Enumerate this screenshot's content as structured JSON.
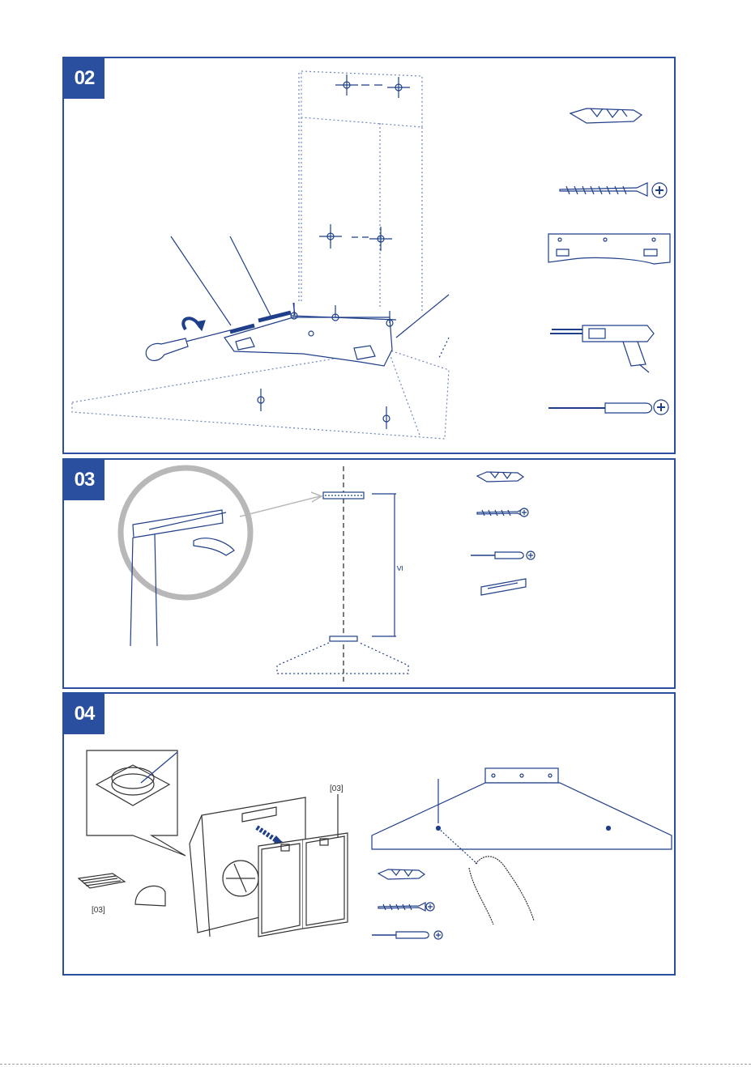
{
  "steps": [
    {
      "label": "02"
    },
    {
      "label": "03",
      "annotations": {
        "distance_symbol": "≤"
      }
    },
    {
      "label": "04",
      "annotations": {
        "filter_ref_1": "[03]",
        "filter_ref_2": "[03]"
      }
    }
  ],
  "colors": {
    "accent": "#2a4f9e",
    "line": "#1f3f8a",
    "grey": "#b0b0b0"
  },
  "icons": [
    "wall-plug-icon",
    "screw-icon",
    "phillips-head-icon",
    "mounting-bracket-icon",
    "drill-icon",
    "screwdriver-icon",
    "hand-icon",
    "magnifier-circle-icon",
    "grease-filter-icon",
    "charcoal-filter-icon"
  ]
}
